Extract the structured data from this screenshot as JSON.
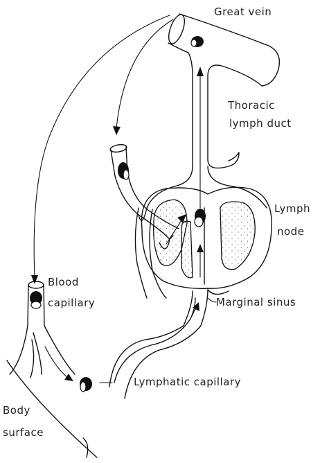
{
  "labels": {
    "great_vein": "Great vein",
    "thoracic_1": "Thoracic",
    "thoracic_2": "lymph duct",
    "lymph_node_1": "Lymph",
    "lymph_node_2": "node",
    "blood_capillary_1": "Blood",
    "blood_capillary_2": "capillary",
    "marginal_sinus": "Marginal sinus",
    "lymphatic_capillary": "Lymphatic capillary",
    "body_surface_1": "Body",
    "body_surface_2": "surface"
  },
  "colors": {
    "ink": "#111111",
    "paper": "#ffffff"
  }
}
